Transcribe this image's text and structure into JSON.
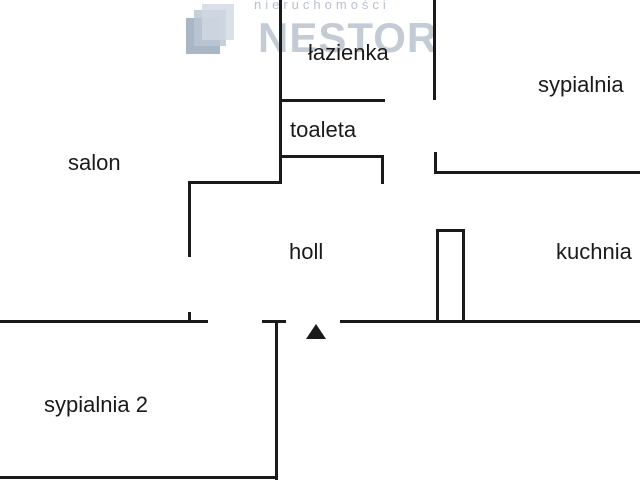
{
  "watermark": {
    "tagline": "nieruchomości",
    "name": "NESTOR",
    "logo_icon": "building-blocks-icon",
    "color": "#c3cbd5"
  },
  "rooms": {
    "lazienka": "łazienka",
    "sypialnia": "sypialnia",
    "toaleta": "toaleta",
    "salon": "salon",
    "holl": "holl",
    "kuchnia": "kuchnia",
    "sypialnia_2": "sypialnia 2"
  },
  "entrance_icon": "entrance-arrow-icon",
  "wall_color": "#1a1a1a"
}
